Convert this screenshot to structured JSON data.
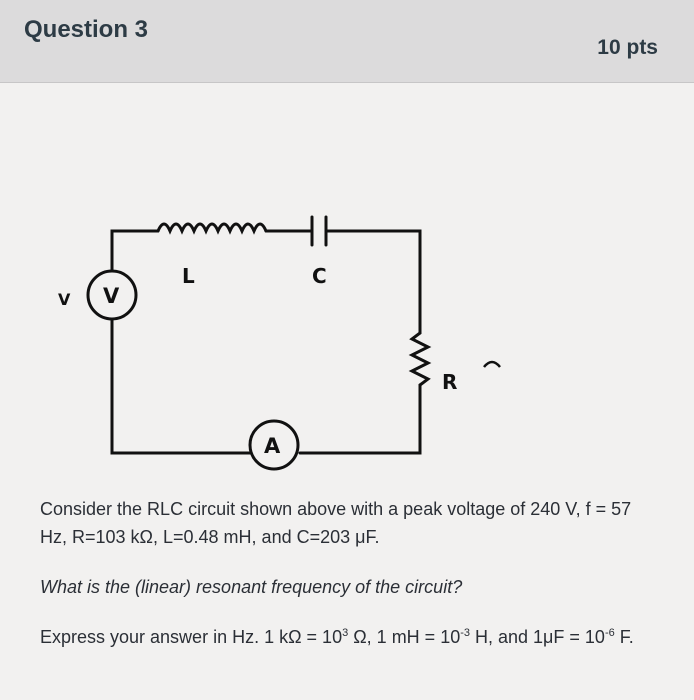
{
  "question": {
    "title": "Question 3",
    "points": "10 pts"
  },
  "diagram": {
    "inductor_label": "L",
    "capacitor_label": "C",
    "resistor_label": "R",
    "voltmeter_label": "V",
    "source_label": "V",
    "ammeter_label": "A"
  },
  "body": {
    "paragraph1": "Consider the RLC circuit shown above with a peak voltage of 240 V, f = 57 Hz, R=103 kΩ, L=0.48 mH, and C=203 μF.",
    "paragraph2": "What is the (linear) resonant frequency of the circuit?",
    "paragraph3": {
      "part1": "Express your answer in Hz. 1 kΩ = 10",
      "exp1": "3",
      "part2": " Ω, 1 mH = 10",
      "exp2": "-3",
      "part3": " H, and 1μF = 10",
      "exp3": "-6",
      "part4": " F."
    }
  }
}
